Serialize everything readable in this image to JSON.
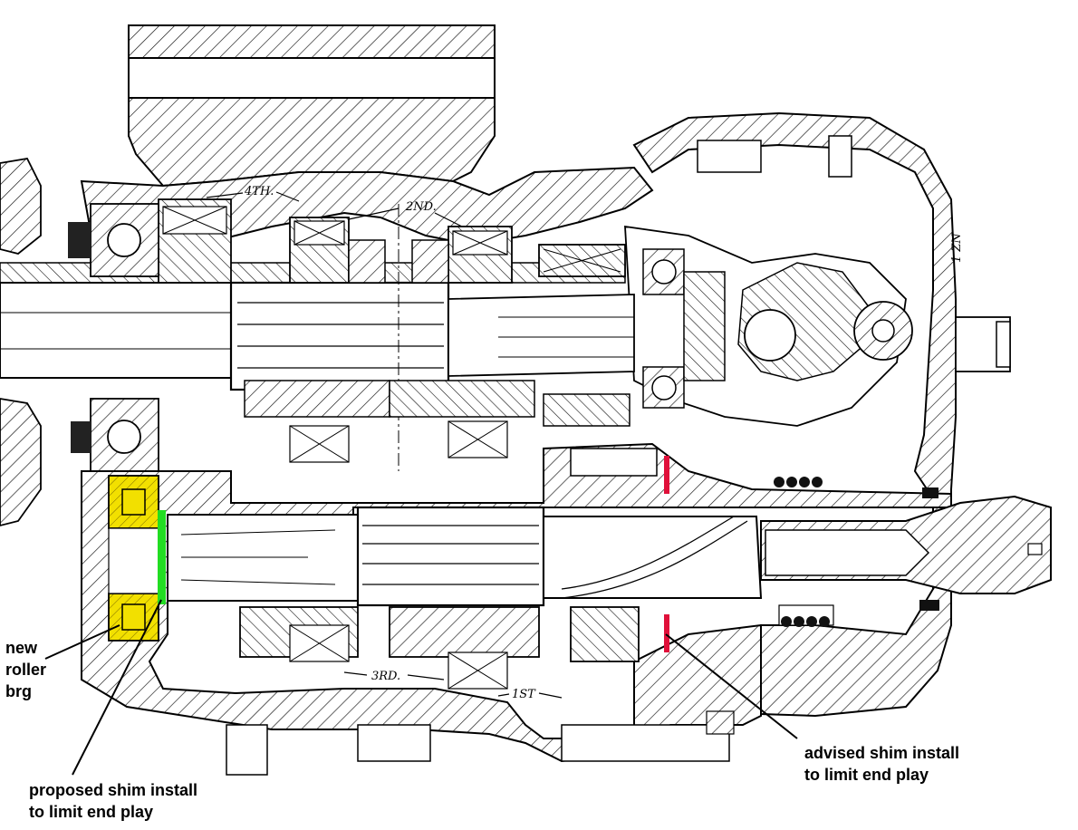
{
  "labels": {
    "new_roller_brg": [
      "new",
      "roller",
      "brg"
    ],
    "proposed_shim": [
      "proposed shim install",
      "to limit end play"
    ],
    "advised_shim": [
      "advised shim install",
      "to limit end play"
    ]
  },
  "drawing_marks": {
    "gear_4th": "4TH.",
    "gear_2nd": "2ND.",
    "gear_3rd": "3RD.",
    "gear_1st": "1ST",
    "side_mark": "1 ZN"
  },
  "highlight_colors": {
    "roller_bearing": "#f2e000",
    "proposed_shim": "#22dd22",
    "advised_shim": "#e0103a"
  }
}
